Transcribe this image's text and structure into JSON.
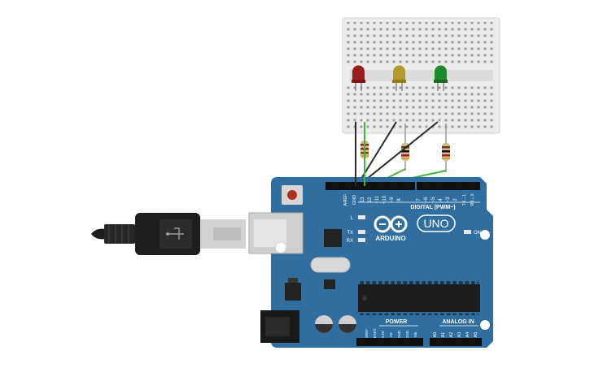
{
  "colors": {
    "board": "#2f6e9f",
    "board_dark": "#255a83",
    "breadboard": "#ececec",
    "led_red": "#9b1c18",
    "led_yellow": "#b39a2a",
    "led_green": "#1f8a2c",
    "wire_black": "#2a2a2a",
    "wire_green": "#3fb83a",
    "usb_black": "#1e1e1e",
    "usb_metal": "#d2d2d2"
  },
  "leds": [
    {
      "name": "red-led",
      "color": "red"
    },
    {
      "name": "yellow-led",
      "color": "yellow"
    },
    {
      "name": "green-led",
      "color": "green"
    }
  ],
  "board": {
    "digital_header_pins": [
      "AREF",
      "GND",
      "13",
      "12",
      "~11",
      "~10",
      "~9",
      "8",
      "7",
      "~6",
      "~5",
      "4",
      "~3",
      "2",
      "TX→1",
      "RX←0"
    ],
    "digital_label": "DIGITAL (PWM~)",
    "led_labels": [
      "L",
      "TX",
      "RX"
    ],
    "on_label": "ON",
    "brand_text": "ARDUINO",
    "model_text": "UNO",
    "power_label": "POWER",
    "power_pins": [
      "IOREF",
      "RESET",
      "3.3V",
      "5V",
      "GND",
      "GND",
      "Vin"
    ],
    "analog_label": "ANALOG IN",
    "analog_pins": [
      "A0",
      "A1",
      "A2",
      "A3",
      "A4",
      "A5"
    ]
  }
}
